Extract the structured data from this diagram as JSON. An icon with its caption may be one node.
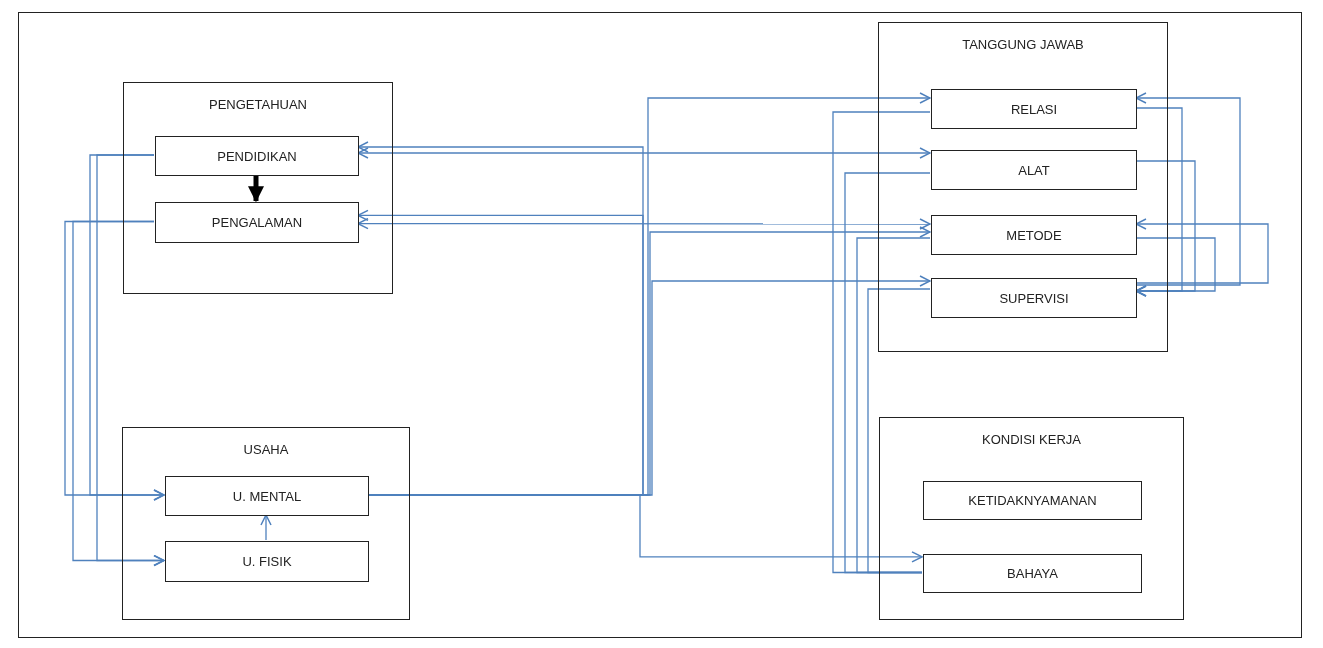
{
  "diagram": {
    "nodes": [
      {
        "text": [
          "PENGETAHUAN"
        ]
      },
      {
        "text": [
          "PENDIDIKAN"
        ],
        "in": 0
      },
      {
        "text": [
          "PENGALAMAN"
        ],
        "in": 0
      },
      {
        "text": [
          "TANGGUNG JAWAB"
        ]
      },
      {
        "text": [
          "RELASI"
        ],
        "in": 3
      },
      {
        "text": [
          "ALAT"
        ],
        "in": 3
      },
      {
        "text": [
          "METODE"
        ],
        "in": 3
      },
      {
        "text": [
          "SUPERVISI"
        ],
        "in": 3
      },
      {
        "text": [
          "USAHA"
        ]
      },
      {
        "text": [
          "U. MENTAL"
        ],
        "in": 8
      },
      {
        "text": [
          "U. FISIK"
        ],
        "in": 8
      },
      {
        "text": [
          "KONDISI KERJA"
        ]
      },
      {
        "text": [
          "KETIDAKNYAMANAN"
        ],
        "in": 11
      },
      {
        "text": [
          "BAHAYA"
        ],
        "in": 11
      }
    ],
    "edges": [
      {
        "from": 1,
        "to": 2,
        "arrow": "to",
        "style": "thick",
        "color": "#000000"
      },
      {
        "from": 10,
        "to": 9,
        "arrow": "to"
      },
      {
        "from": 1,
        "to": 9,
        "arrow": "to"
      },
      {
        "from": 2,
        "to": 9,
        "arrow": "to"
      },
      {
        "from": 1,
        "to": 10,
        "arrow": "to"
      },
      {
        "from": 2,
        "to": 10,
        "arrow": "to"
      },
      {
        "from": 9,
        "to": 1,
        "arrow": "to"
      },
      {
        "from": 1,
        "to": 5,
        "arrow": "both"
      },
      {
        "from": 9,
        "to": 2,
        "arrow": "to"
      },
      {
        "from": 2,
        "to": 6,
        "arrow": "both"
      },
      {
        "from": 9,
        "to": 4,
        "arrow": "to"
      },
      {
        "from": 9,
        "to": 6,
        "arrow": "to"
      },
      {
        "from": 9,
        "to": 7,
        "arrow": "to"
      },
      {
        "from": 9,
        "to": 13,
        "arrow": "to"
      },
      {
        "from": 4,
        "to": 13,
        "arrow": "none"
      },
      {
        "from": 5,
        "to": 13,
        "arrow": "none"
      },
      {
        "from": 6,
        "to": 13,
        "arrow": "none"
      },
      {
        "from": 7,
        "to": 13,
        "arrow": "none"
      },
      {
        "from": 7,
        "to": 4,
        "arrow": "to"
      },
      {
        "from": 7,
        "to": 6,
        "arrow": "to"
      },
      {
        "from": 5,
        "to": 7,
        "arrow": "to"
      },
      {
        "from": 6,
        "to": 7,
        "arrow": "to"
      },
      {
        "from": 4,
        "to": 7,
        "arrow": "to"
      }
    ]
  }
}
